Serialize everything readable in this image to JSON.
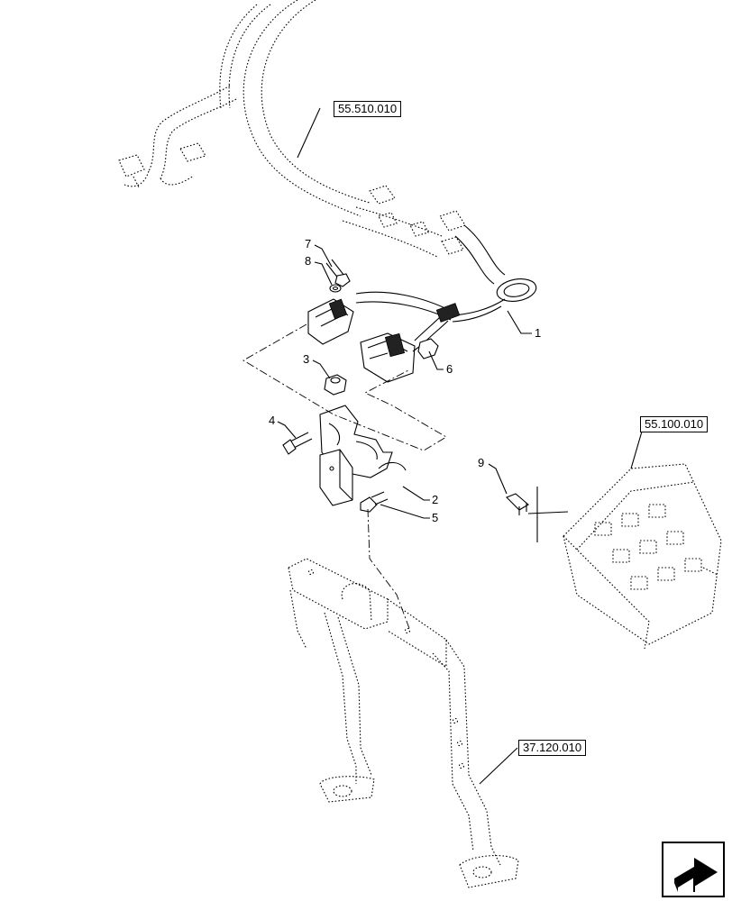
{
  "references": {
    "harness_ref": "55.510.010",
    "module_ref": "55.100.010",
    "frame_ref": "37.120.010"
  },
  "callouts": {
    "c1": "1",
    "c2": "2",
    "c3": "3",
    "c4": "4",
    "c5": "5",
    "c6": "6",
    "c7": "7",
    "c8": "8",
    "c9": "9"
  },
  "icons": {
    "nav": "next-page-arrow-icon"
  }
}
